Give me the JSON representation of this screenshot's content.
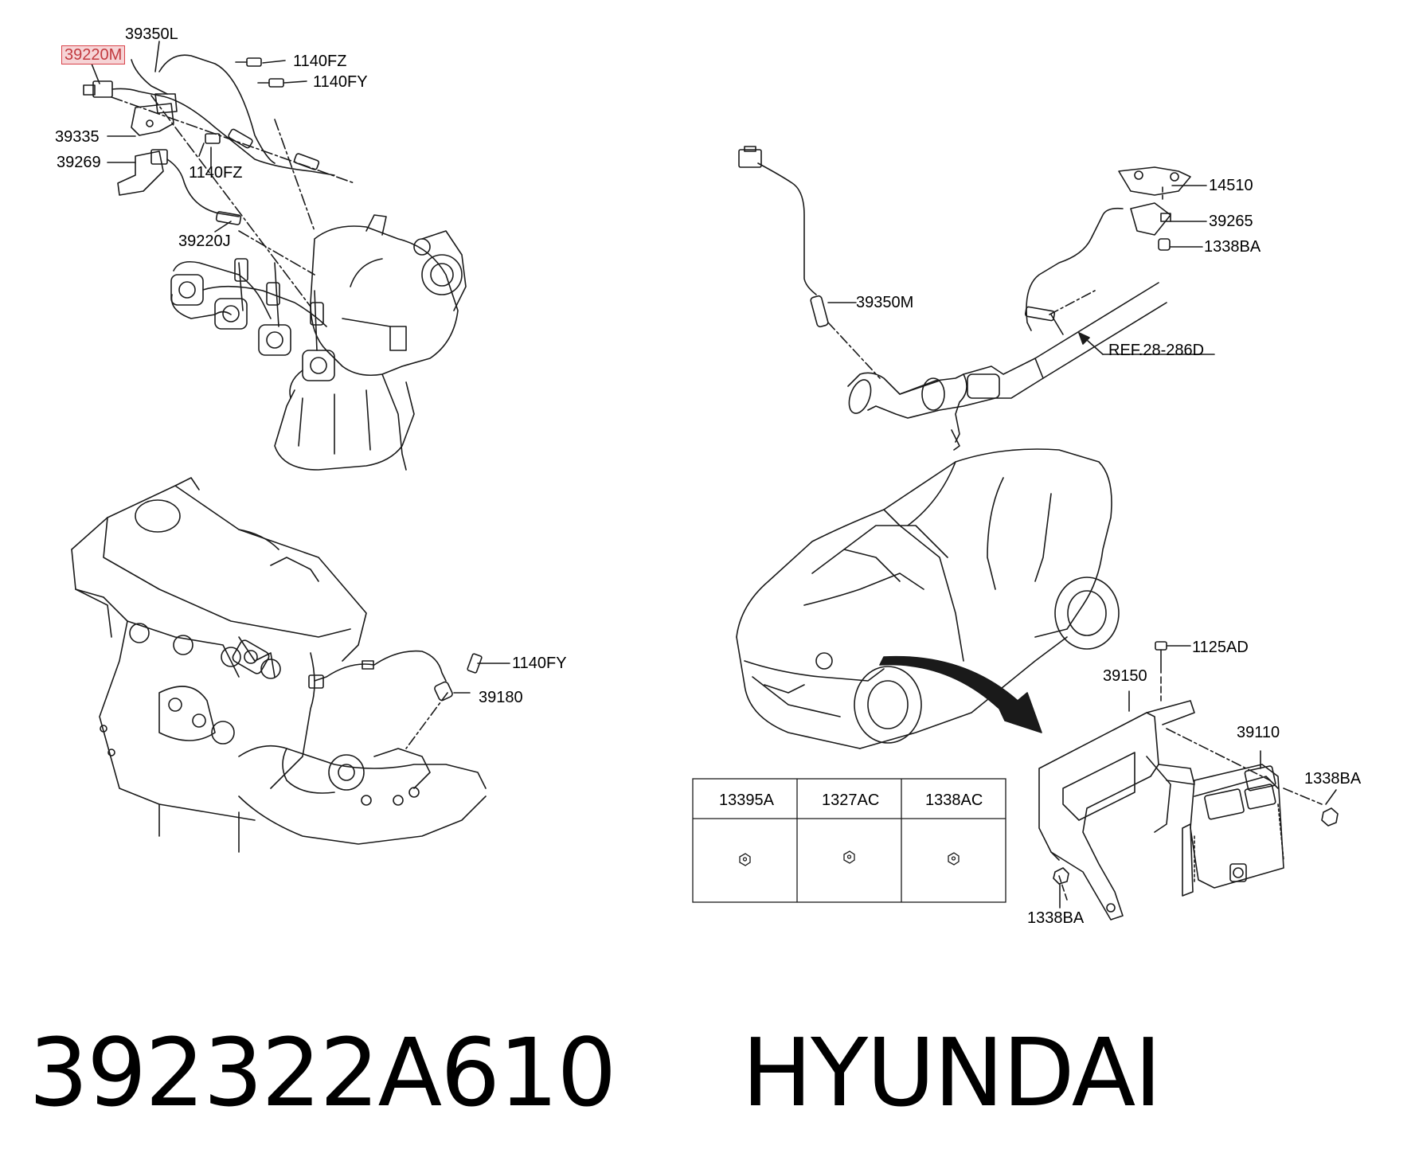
{
  "labels": {
    "p39220M": "39220M",
    "p39350L": "39350L",
    "p1140FZ_a": "1140FZ",
    "p1140FY_a": "1140FY",
    "p39335": "39335",
    "p39269": "39269",
    "p1140FZ_b": "1140FZ",
    "p39220J": "39220J",
    "p39350M": "39350M",
    "p14510": "14510",
    "p39265": "39265",
    "p1338BA_a": "1338BA",
    "ref": "REF.28-286D",
    "p1140FY_b": "1140FY",
    "p39180": "39180",
    "p1125AD": "1125AD",
    "p39150": "39150",
    "p39110": "39110",
    "p1338BA_b": "1338BA",
    "p1338BA_c": "1338BA"
  },
  "table": {
    "headers": [
      "13395A",
      "1327AC",
      "1338AC"
    ]
  },
  "highlighted_part": "39220M",
  "caption": {
    "part_number": "392322A610",
    "brand": "HYUNDAI"
  },
  "colors": {
    "line": "#1a1a1a",
    "highlight_border": "#d9434a",
    "highlight_fill": "#f6d4d6"
  }
}
